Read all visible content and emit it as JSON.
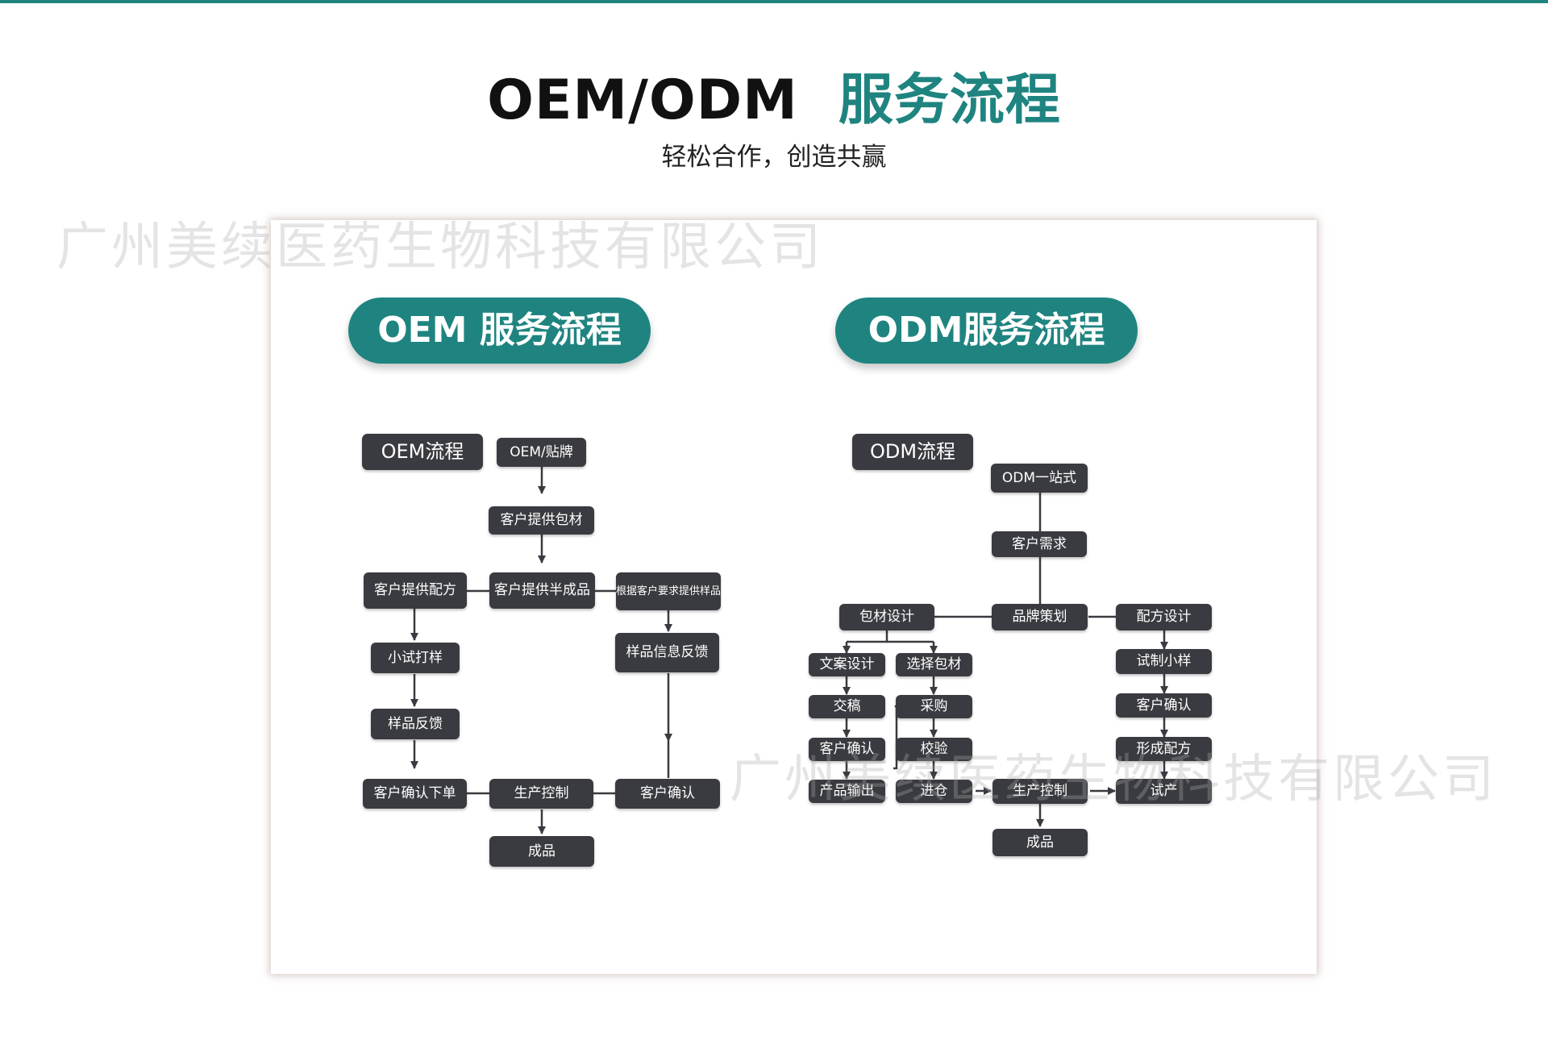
{
  "header": {
    "title_en": "OEM/ODM",
    "title_cn": "服务流程",
    "subtitle": "轻松合作，创造共赢"
  },
  "watermark": "广州美续医药生物科技有限公司",
  "colors": {
    "accent": "#1f8480",
    "node_bg": "#3a3b40",
    "node_text": "#ffffff",
    "connector": "#3a3b40"
  },
  "oem": {
    "heading": "OEM 服务流程",
    "flow_label": "OEM流程",
    "nodes": {
      "start": "OEM/贴牌",
      "packaging": "客户提供包材",
      "semi": "客户提供半成品",
      "formula": "客户提供配方",
      "req_sample": "根据客户要求提供样品",
      "trial": "小试打样",
      "sample_info_fb": "样品信息反馈",
      "sample_fb": "样品反馈",
      "order": "客户确认下单",
      "production": "生产控制",
      "confirm": "客户确认",
      "product": "成品"
    }
  },
  "odm": {
    "heading": "ODM服务流程",
    "flow_label": "ODM流程",
    "nodes": {
      "start": "ODM一站式",
      "demand": "客户需求",
      "brand": "品牌策划",
      "pack_design": "包材设计",
      "formula_design": "配方设计",
      "copy": "文案设计",
      "select_pack": "选择包材",
      "draft": "交稿",
      "purchase": "采购",
      "confirm1": "客户确认",
      "inspect": "校验",
      "output": "产品输出",
      "storage": "进仓",
      "trial_sample": "试制小样",
      "confirm2": "客户确认",
      "form_formula": "形成配方",
      "production": "生产控制",
      "trial_prod": "试产",
      "product": "成品"
    }
  }
}
